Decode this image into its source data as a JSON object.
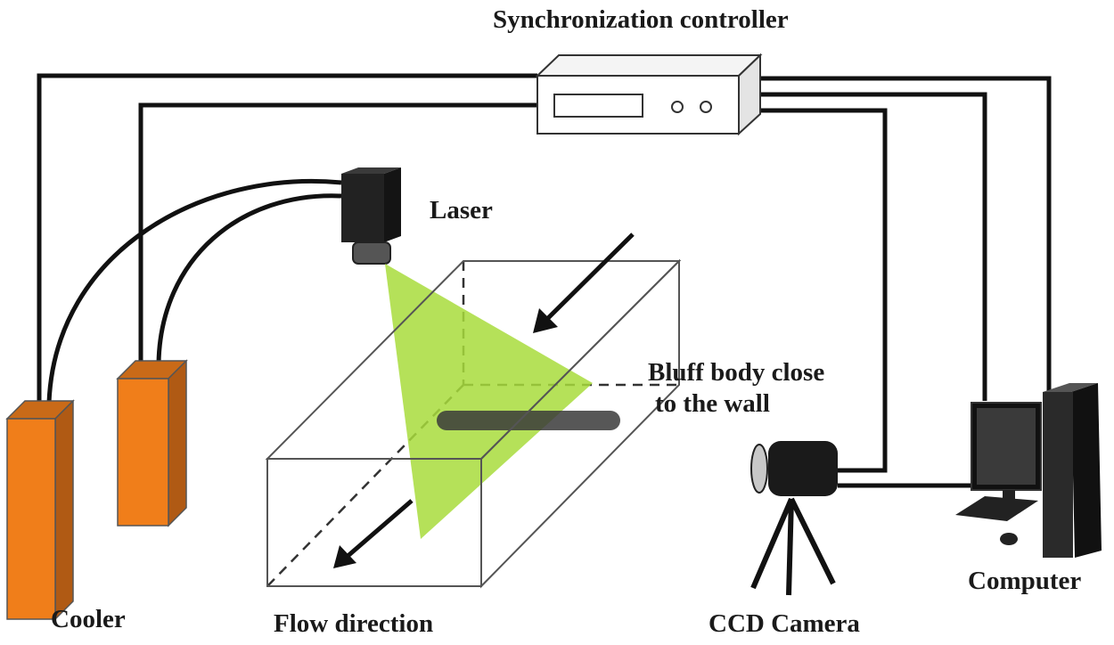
{
  "labels": {
    "sync_controller": "Synchronization controller",
    "laser": "Laser",
    "bluff_line1": "Bluff body close",
    "bluff_line2": "to the wall",
    "cooler": "Cooler",
    "flow_direction": "Flow direction",
    "ccd_camera": "CCD Camera",
    "computer": "Computer"
  },
  "colors": {
    "cooler_front": "#f07e1a",
    "cooler_side": "#b05a14",
    "laser_sheet": "#a8dc3c",
    "bluff_body": "#3a3a3a",
    "cable": "#111111",
    "tank_edge": "#555555"
  }
}
